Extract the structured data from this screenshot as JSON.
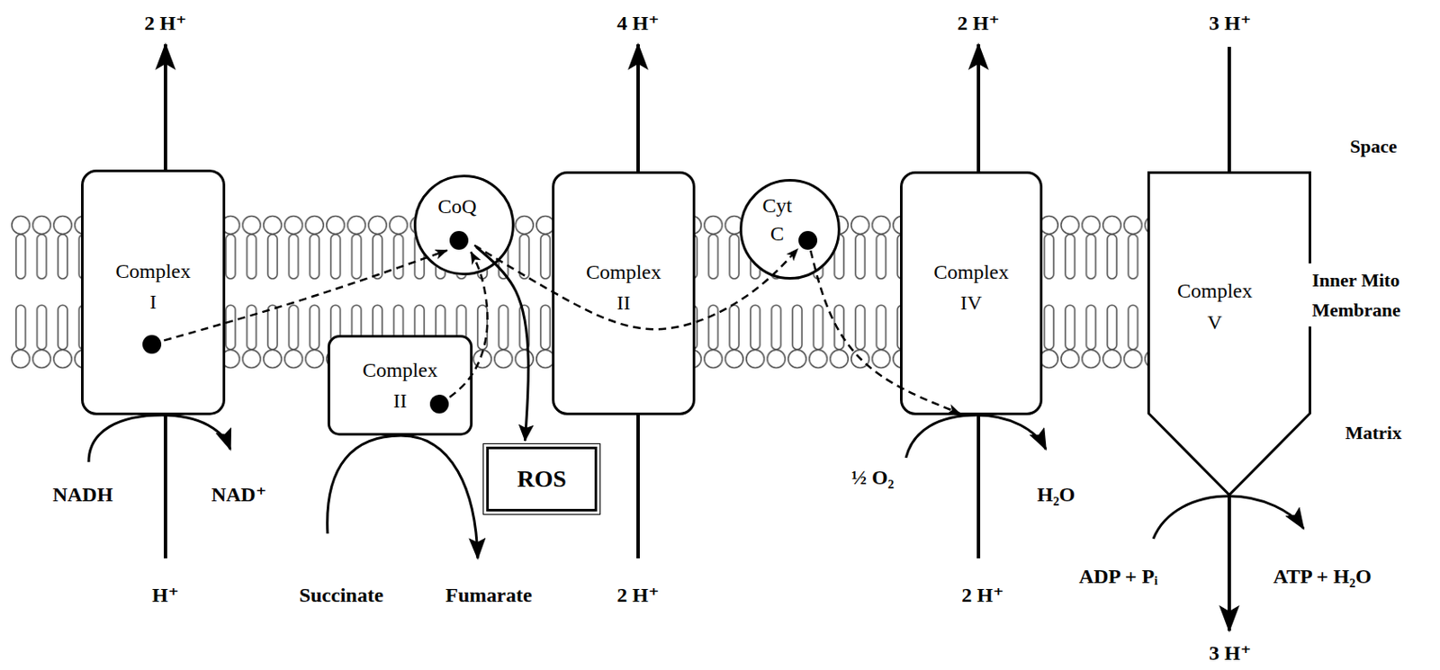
{
  "diagram": {
    "nodes": [
      {
        "text": [
          "Complex I"
        ]
      },
      {
        "text": [
          "CoQ"
        ]
      },
      {
        "text": [
          "Complex II"
        ]
      },
      {
        "text": [
          "Complex II"
        ]
      },
      {
        "text": [
          "Cyt C"
        ]
      },
      {
        "text": [
          "Complex IV"
        ]
      },
      {
        "text": [
          "Complex V"
        ]
      },
      {
        "text": [
          "ROS"
        ]
      }
    ],
    "edges": [
      {
        "from": 0,
        "to": 1,
        "arrow": "to"
      },
      {
        "from": 2,
        "to": 1,
        "arrow": "to"
      },
      {
        "from": 1,
        "to": 4,
        "arrow": "to"
      },
      {
        "from": 4,
        "to": 5,
        "arrow": "to"
      },
      {
        "from": 1,
        "to": 7,
        "arrow": "to"
      }
    ],
    "labels": [
      "2 H⁺",
      "4 H⁺",
      "2 H⁺",
      "3 H⁺",
      "Space",
      "Inner Mito Membrane",
      "Matrix",
      "NADH",
      "NAD⁺",
      "½ O₂",
      "H₂O",
      "ADP + Pᵢ",
      "ATP + H₂O",
      "H⁺",
      "Succinate",
      "Fumarate",
      "2 H⁺",
      "2 H⁺",
      "3 H⁺"
    ]
  }
}
